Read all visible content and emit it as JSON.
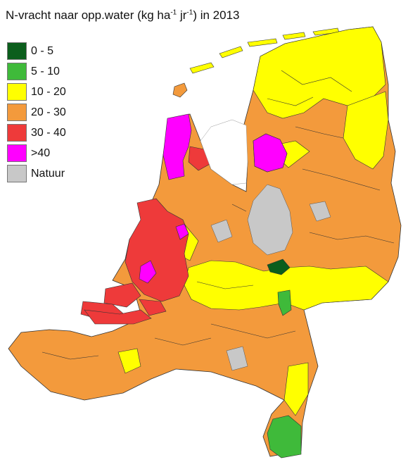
{
  "title": {
    "prefix": "N-vracht naar opp.water (kg ha",
    "sup1": "-1",
    "mid": " jr",
    "sup2": "-1",
    "suffix": ") in 2013"
  },
  "legend": [
    {
      "label": "0 - 5",
      "color": "#0b5e1c"
    },
    {
      "label": "5 - 10",
      "color": "#3fba3a"
    },
    {
      "label": "10 - 20",
      "color": "#ffff00"
    },
    {
      "label": "20 - 30",
      "color": "#f39a3c"
    },
    {
      "label": "30 - 40",
      "color": "#ee3a3a"
    },
    {
      "label": ">40",
      "color": "#ff00ff"
    },
    {
      "label": "Natuur",
      "color": "#c8c8c8"
    }
  ]
}
